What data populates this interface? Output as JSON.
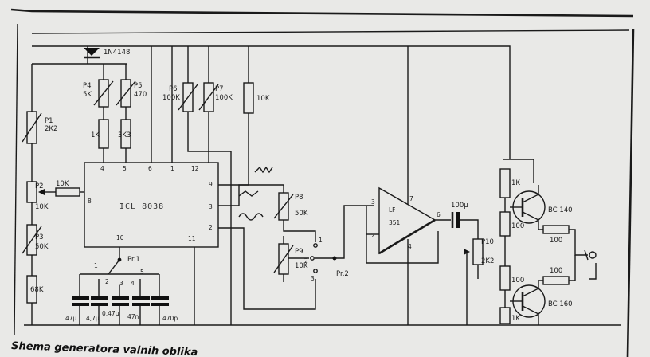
{
  "diode": "1N4148",
  "pots": {
    "p1": {
      "name": "P1",
      "value": "2K2"
    },
    "p2": {
      "name": "P2",
      "value": "10K"
    },
    "p3": {
      "name": "P3",
      "value": "50K"
    },
    "p4": {
      "name": "P4",
      "value": "5K"
    },
    "p5": {
      "name": "P5",
      "value": "470"
    },
    "p6": {
      "name": "P6",
      "value": "100K"
    },
    "p7": {
      "name": "P7",
      "value": "100K"
    },
    "p8": {
      "name": "P8",
      "value": "50K"
    },
    "p9": {
      "name": "P9",
      "value": "10K"
    },
    "p10": {
      "name": "P10",
      "value": "2K2"
    }
  },
  "resistors": {
    "r_1k_left": "1K",
    "r_3k3": "3K3",
    "r_10k_top": "10K",
    "r_10k_p2": "10K",
    "r_68k": "68K",
    "r_1k_top_right": "1K",
    "r_100_a": "100",
    "r_100_b": "100",
    "r_100_c": "100",
    "r_100_d": "100",
    "r_1k_bottom_right": "1K"
  },
  "ic_generator": {
    "name": "ICL 8038",
    "pins": {
      "p4": "4",
      "p5": "5",
      "p6": "6",
      "p1": "1",
      "p12": "12",
      "p9": "9",
      "p3": "3",
      "p2": "2",
      "p8": "8",
      "p10": "10",
      "p11": "11"
    }
  },
  "opamp": {
    "name_line1": "LF",
    "name_line2": "351",
    "pins": {
      "p3": "3",
      "p2": "2",
      "p7": "7",
      "p6": "6",
      "p4": "4"
    }
  },
  "cap_output": "100µ",
  "switches": {
    "pr1": "Pr.1",
    "pr2": "Pr.2",
    "pr2_pos1": "1",
    "pr2_pos2": "2",
    "pr2_pos3": "3",
    "pr1_pos1": "1",
    "pr1_pos2": "2",
    "pr1_pos3": "3",
    "pr1_pos4": "4",
    "pr1_pos5": "5"
  },
  "capacitor_bank": [
    "47µ",
    "4,7µ",
    "0,47µ",
    "47n",
    "470p"
  ],
  "transistors": {
    "upper": "BC 140",
    "lower": "BC 160"
  },
  "caption": "Shema generatora valnih oblika"
}
